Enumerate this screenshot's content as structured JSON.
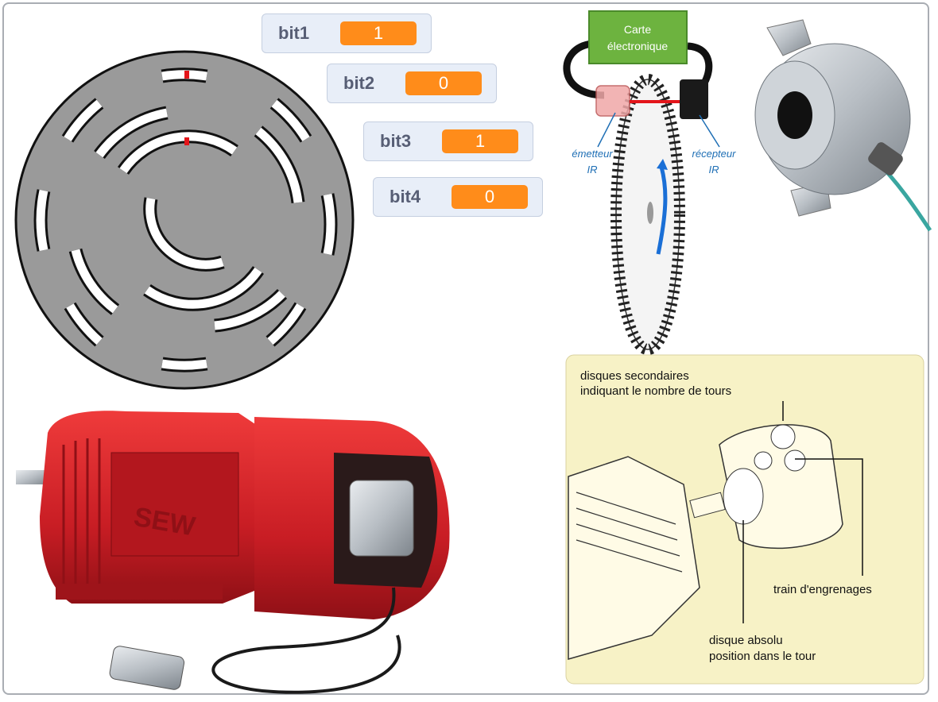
{
  "monitors": [
    {
      "label": "bit1",
      "value": "1"
    },
    {
      "label": "bit2",
      "value": "0"
    },
    {
      "label": "bit3",
      "value": "1"
    },
    {
      "label": "bit4",
      "value": "0"
    }
  ],
  "encoder_diagram": {
    "card_line1": "Carte",
    "card_line2": "électronique",
    "emitter_line1": "émetteur",
    "emitter_line2": "IR",
    "receiver_line1": "récepteur",
    "receiver_line2": "IR"
  },
  "multiturn_diagram": {
    "label_secondary_1": "disques secondaires",
    "label_secondary_2": "indiquant le nombre de tours",
    "label_gear": "train d'engrenages",
    "label_absolute_1": "disque absolu",
    "label_absolute_2": "position dans le tour"
  },
  "motor": {
    "brand": "SEW"
  },
  "colors": {
    "accent": "#ff8c1a",
    "disk": "#9a9a9a",
    "motor_red": "#d4242b"
  }
}
